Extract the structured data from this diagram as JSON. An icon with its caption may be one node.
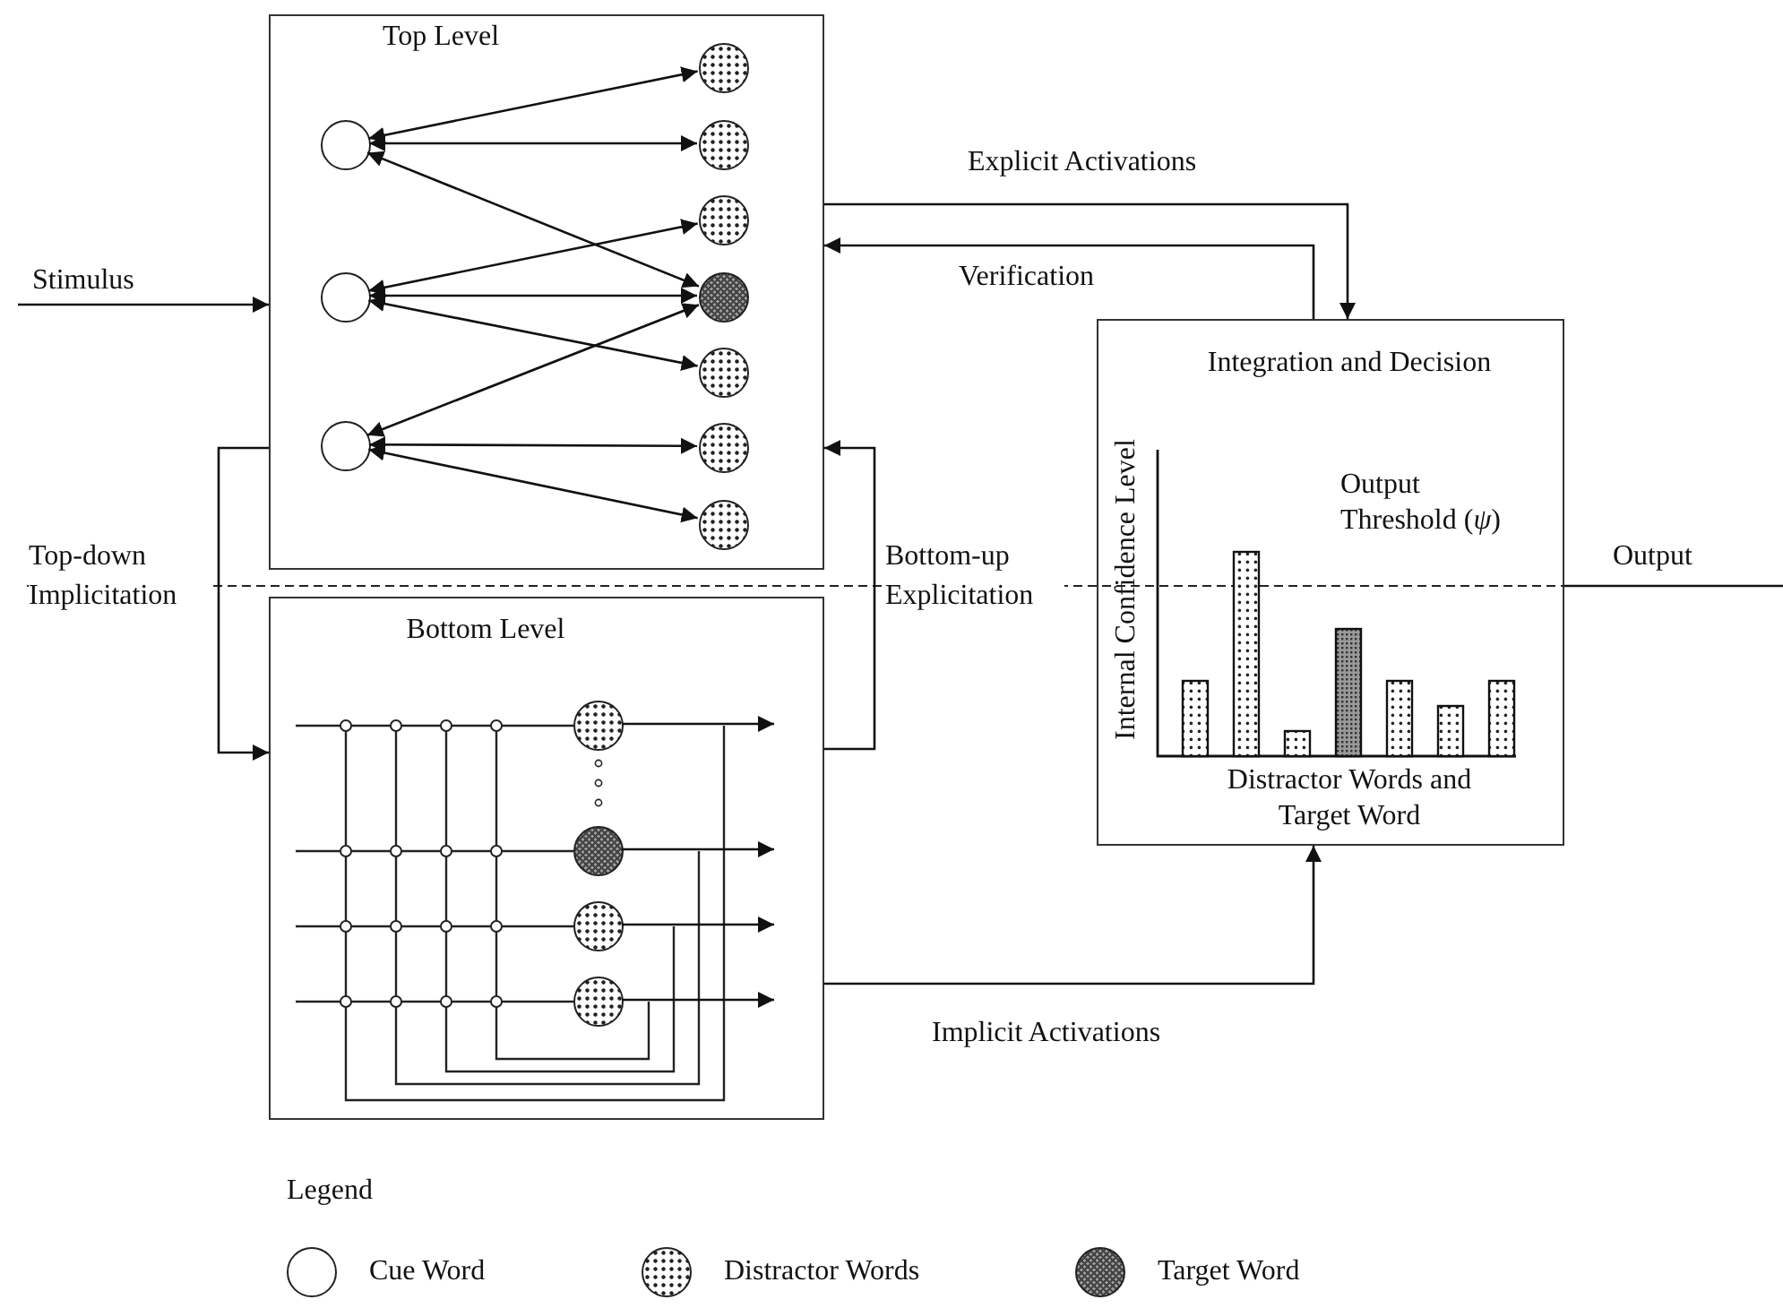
{
  "diagram": {
    "nodes": [
      {
        "text": [
          "Top Level"
        ]
      },
      {
        "text": [],
        "shape": "circle",
        "in": 0
      },
      {
        "text": [],
        "shape": "circle",
        "in": 0
      },
      {
        "text": [],
        "shape": "circle",
        "in": 0
      },
      {
        "text": [],
        "shape": "circle",
        "in": 0
      },
      {
        "text": [],
        "shape": "circle",
        "in": 0
      },
      {
        "text": [],
        "shape": "circle",
        "in": 0
      },
      {
        "text": [],
        "shape": "circle",
        "in": 0
      },
      {
        "text": [],
        "shape": "circle",
        "in": 0
      },
      {
        "text": [],
        "shape": "circle",
        "in": 0
      },
      {
        "text": [],
        "shape": "circle",
        "in": 0
      },
      {
        "text": [
          "Bottom Level"
        ]
      },
      {
        "text": [],
        "shape": "circle",
        "in": 11
      },
      {
        "text": [],
        "shape": "circle",
        "in": 11
      },
      {
        "text": [],
        "shape": "circle",
        "in": 11
      },
      {
        "text": [],
        "shape": "circle",
        "in": 11
      },
      {
        "text": [
          "Integration and Decision",
          "Internal Confidence Level",
          "Output Threshold (*ψ*)",
          "Distractor Words and Target Word"
        ]
      }
    ],
    "edges": [
      {
        "from": 1,
        "to": 4,
        "arrow": "both"
      },
      {
        "from": 1,
        "to": 5,
        "arrow": "both"
      },
      {
        "from": 1,
        "to": 7,
        "arrow": "both"
      },
      {
        "from": 2,
        "to": 6,
        "arrow": "both"
      },
      {
        "from": 2,
        "to": 7,
        "arrow": "both"
      },
      {
        "from": 2,
        "to": 8,
        "arrow": "both"
      },
      {
        "from": 3,
        "to": 7,
        "arrow": "both"
      },
      {
        "from": 3,
        "to": 9,
        "arrow": "both"
      },
      {
        "from": 3,
        "to": 10,
        "arrow": "both"
      },
      {
        "from": null,
        "to": 0,
        "arrow": "to",
        "label": "Stimulus"
      },
      {
        "from": 0,
        "to": 16,
        "arrow": "to",
        "label": "Explicit Activations"
      },
      {
        "from": 16,
        "to": 0,
        "arrow": "to",
        "label": "Verification"
      },
      {
        "from": 0,
        "to": 11,
        "arrow": "to",
        "label": "Top-down Implicitation"
      },
      {
        "from": 11,
        "to": 0,
        "arrow": "to",
        "label": "Bottom-up Explicitation"
      },
      {
        "from": 11,
        "to": 16,
        "arrow": "to",
        "label": "Implicit Activations"
      },
      {
        "from": 16,
        "to": null,
        "arrow": "none",
        "label": "Output"
      },
      {
        "from": 12,
        "to": null,
        "arrow": "to"
      },
      {
        "from": 13,
        "to": null,
        "arrow": "to"
      },
      {
        "from": 14,
        "to": null,
        "arrow": "to"
      },
      {
        "from": 15,
        "to": null,
        "arrow": "to"
      }
    ],
    "labels": [
      "Legend"
    ],
    "legend": [
      {
        "text": "Cue Word"
      },
      {
        "text": "Distractor Words"
      },
      {
        "text": "Target Word"
      }
    ]
  }
}
